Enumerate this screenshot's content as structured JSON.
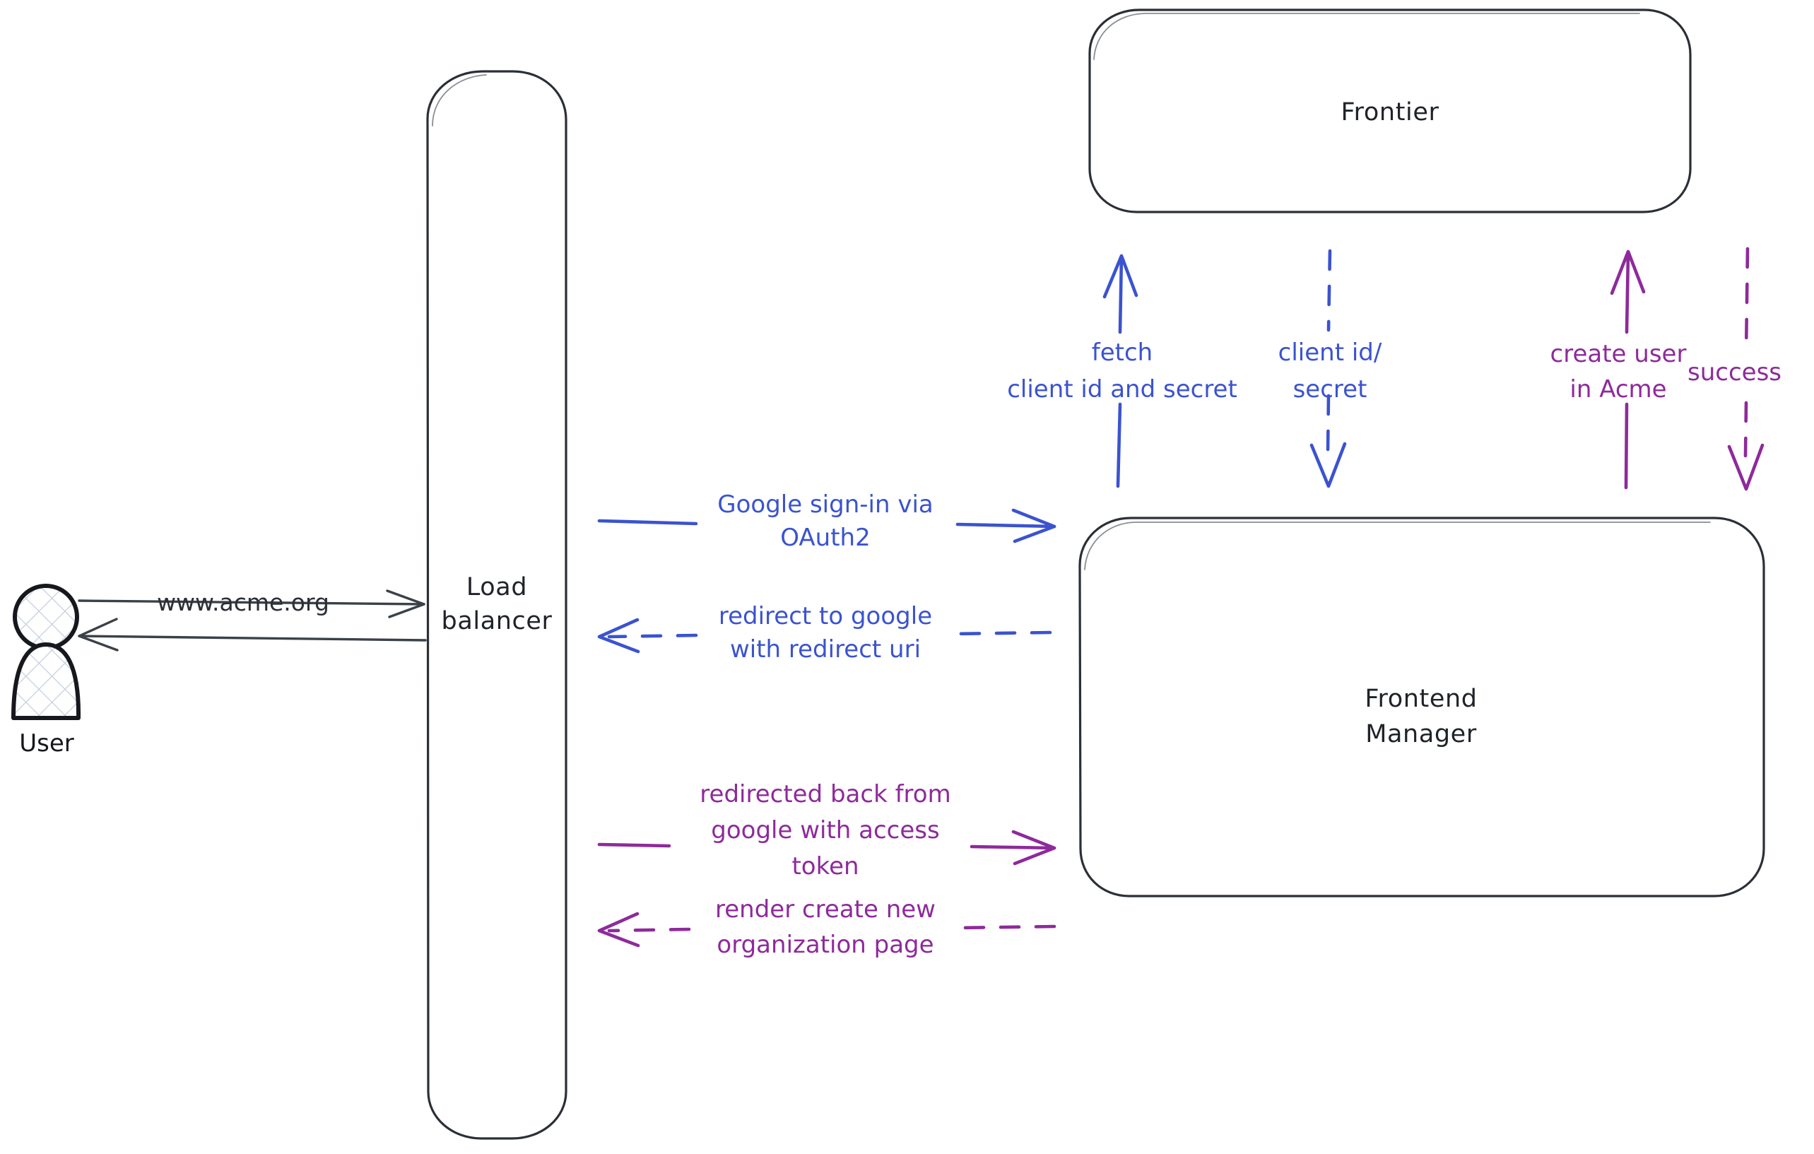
{
  "diagram": {
    "title": "OAuth2 Google sign-in sequence",
    "background": "#ffffff",
    "colors": {
      "node_stroke": "#2b2f36",
      "actor_stroke": "#16181d",
      "dark_edge": "#3b4149",
      "blue": "#3b53cf",
      "purple": "#8e2a9b"
    }
  },
  "actor": {
    "name": "User",
    "label": "User",
    "icon": "user-person-icon"
  },
  "nodes": [
    {
      "id": "load-balancer",
      "label_line1": "Load",
      "label_line2": "balancer",
      "shape": "rounded-rect"
    },
    {
      "id": "frontier",
      "label_line1": "Frontier",
      "label_line2": "",
      "shape": "rounded-rect"
    },
    {
      "id": "frontend-manager",
      "label_line1": "Frontend",
      "label_line2": "Manager",
      "shape": "rounded-rect"
    }
  ],
  "edges": [
    {
      "id": "user-to-lb",
      "from": "User",
      "to": "Load balancer",
      "label": "www.acme.org",
      "color": "#3b4149",
      "style": "solid",
      "direction": "right"
    },
    {
      "id": "lb-to-user",
      "from": "Load balancer",
      "to": "User",
      "label": "",
      "color": "#3b4149",
      "style": "solid",
      "direction": "left"
    },
    {
      "id": "lb-to-fm-signin",
      "from": "Load balancer",
      "to": "Frontend Manager",
      "label_line1": "Google sign-in via",
      "label_line2": "OAuth2",
      "color": "#3b53cf",
      "style": "solid",
      "direction": "right"
    },
    {
      "id": "fm-to-lb-redirect",
      "from": "Frontend Manager",
      "to": "Load balancer",
      "label_line1": "redirect to google",
      "label_line2": "with redirect uri",
      "color": "#3b53cf",
      "style": "dashed",
      "direction": "left"
    },
    {
      "id": "lb-to-fm-token",
      "from": "Load balancer",
      "to": "Frontend Manager",
      "label_line1": "redirected back from",
      "label_line2": "google with access",
      "label_line3": "token",
      "color": "#8e2a9b",
      "style": "solid",
      "direction": "right"
    },
    {
      "id": "fm-to-lb-render",
      "from": "Frontend Manager",
      "to": "Load balancer",
      "label_line1": "render create new",
      "label_line2": "organization page",
      "color": "#8e2a9b",
      "style": "dashed",
      "direction": "left"
    },
    {
      "id": "fm-to-frontier-fetch",
      "from": "Frontend Manager",
      "to": "Frontier",
      "label_line1": "fetch",
      "label_line2": "client id and secret",
      "color": "#3b53cf",
      "style": "solid",
      "direction": "up"
    },
    {
      "id": "frontier-to-fm-creds",
      "from": "Frontier",
      "to": "Frontend Manager",
      "label_line1": "client id/",
      "label_line2": "secret",
      "color": "#3b53cf",
      "style": "dashed",
      "direction": "down"
    },
    {
      "id": "fm-to-frontier-create-user",
      "from": "Frontend Manager",
      "to": "Frontier",
      "label_line1": "create user",
      "label_line2": "in Acme",
      "color": "#8e2a9b",
      "style": "solid",
      "direction": "up"
    },
    {
      "id": "frontier-to-fm-success",
      "from": "Frontier",
      "to": "Frontend Manager",
      "label_line1": "success",
      "label_line2": "",
      "color": "#8e2a9b",
      "style": "dashed",
      "direction": "down"
    }
  ]
}
